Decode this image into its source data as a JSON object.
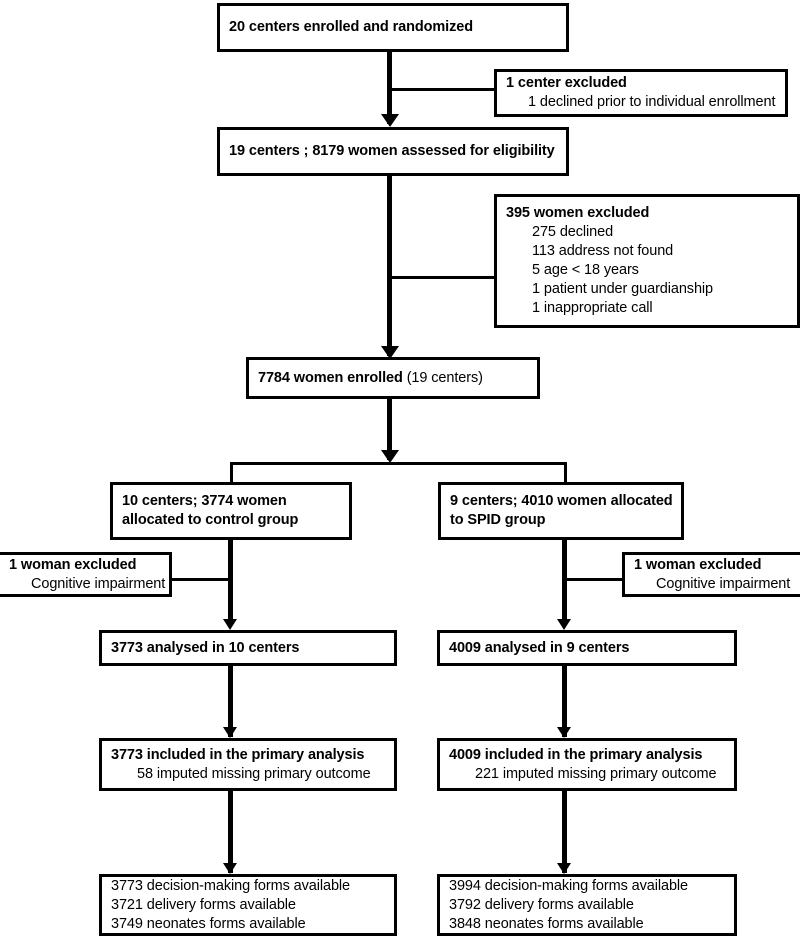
{
  "chart_data": {
    "type": "diagram",
    "title": "CONSORT participant flow diagram",
    "nodes": [
      {
        "id": "enrolled_centers",
        "lines": [
          {
            "text": "20 centers enrolled and randomized",
            "bold": true
          }
        ]
      },
      {
        "id": "center_excluded",
        "lines": [
          {
            "text": "1 center excluded",
            "bold": true
          },
          {
            "text": "1 declined prior to individual enrollment",
            "bold": false,
            "indent": true
          }
        ]
      },
      {
        "id": "assessed",
        "lines": [
          {
            "text": "19 centers ; 8179 women assessed for eligibility",
            "bold": true
          }
        ]
      },
      {
        "id": "women_excluded",
        "lines": [
          {
            "text": "395 women excluded",
            "bold": true
          },
          {
            "text": "275 declined",
            "bold": false,
            "indent": true
          },
          {
            "text": "113 address not found",
            "bold": false,
            "indent": true
          },
          {
            "text": "5 age < 18 years",
            "bold": false,
            "indent": true
          },
          {
            "text": "1 patient under guardianship",
            "bold": false,
            "indent": true
          },
          {
            "text": "1 inappropriate call",
            "bold": false,
            "indent": true
          }
        ]
      },
      {
        "id": "enrolled_women",
        "lines": [
          {
            "text": "7784 women enrolled",
            "bold": true,
            "suffix": " (19 centers)"
          }
        ]
      },
      {
        "id": "control_alloc",
        "lines": [
          {
            "text": "10 centers; 3774 women",
            "bold": true
          },
          {
            "text": "allocated to control group",
            "bold": true
          }
        ]
      },
      {
        "id": "spid_alloc",
        "lines": [
          {
            "text": "9 centers; 4010 women allocated",
            "bold": true
          },
          {
            "text": "to SPID group",
            "bold": true
          }
        ]
      },
      {
        "id": "control_excluded",
        "lines": [
          {
            "text": "1 woman excluded",
            "bold": true
          },
          {
            "text": "Cognitive impairment",
            "bold": false,
            "indent": true
          }
        ]
      },
      {
        "id": "spid_excluded",
        "lines": [
          {
            "text": "1 woman excluded",
            "bold": true
          },
          {
            "text": "Cognitive impairment",
            "bold": false,
            "indent": true
          }
        ]
      },
      {
        "id": "control_analysed",
        "lines": [
          {
            "text": "3773 analysed in 10 centers",
            "bold": true
          }
        ]
      },
      {
        "id": "spid_analysed",
        "lines": [
          {
            "text": "4009 analysed in 9 centers",
            "bold": true
          }
        ]
      },
      {
        "id": "control_primary",
        "lines": [
          {
            "text": "3773 included in the primary analysis",
            "bold": true
          },
          {
            "text": "58 imputed missing primary outcome",
            "bold": false,
            "indent": true
          }
        ]
      },
      {
        "id": "spid_primary",
        "lines": [
          {
            "text": "4009 included in the primary analysis",
            "bold": true
          },
          {
            "text": "221 imputed missing primary outcome",
            "bold": false,
            "indent": true
          }
        ]
      },
      {
        "id": "control_forms",
        "lines": [
          {
            "text": "3773 decision-making forms available",
            "bold": false
          },
          {
            "text": "3721 delivery forms available",
            "bold": false
          },
          {
            "text": "3749 neonates forms available",
            "bold": false
          }
        ]
      },
      {
        "id": "spid_forms",
        "lines": [
          {
            "text": "3994 decision-making forms available",
            "bold": false
          },
          {
            "text": "3792 delivery forms available",
            "bold": false
          },
          {
            "text": "3848 neonates forms available",
            "bold": false
          }
        ]
      }
    ]
  },
  "flow": {
    "enrolled_centers": {
      "line1": "20 centers enrolled and randomized"
    },
    "center_excluded": {
      "line1": "1 center excluded",
      "line2": "1 declined prior to individual enrollment"
    },
    "assessed": {
      "line1": "19 centers ; 8179 women assessed for eligibility"
    },
    "women_excluded": {
      "line1": "395 women excluded",
      "line2": "275 declined",
      "line3": "113 address not found",
      "line4": "5 age < 18 years",
      "line5": "1 patient under guardianship",
      "line6": "1 inappropriate call"
    },
    "enrolled_women": {
      "line1": "7784 women enrolled",
      "line1_suffix": " (19 centers)"
    },
    "control_alloc": {
      "line1": "10 centers; 3774 women",
      "line2": "allocated to control group"
    },
    "spid_alloc": {
      "line1": "9 centers; 4010 women allocated",
      "line2": "to SPID group"
    },
    "control_excluded": {
      "line1": "1 woman excluded",
      "line2": "Cognitive impairment"
    },
    "spid_excluded": {
      "line1": "1 woman excluded",
      "line2": "Cognitive impairment"
    },
    "control_analysed": {
      "line1": "3773 analysed in 10 centers"
    },
    "spid_analysed": {
      "line1": "4009 analysed in 9 centers"
    },
    "control_primary": {
      "line1": "3773 included in the primary analysis",
      "line2": "58 imputed missing primary outcome"
    },
    "spid_primary": {
      "line1": "4009 included in the primary analysis",
      "line2": "221 imputed missing primary outcome"
    },
    "control_forms": {
      "line1": "3773 decision-making forms available",
      "line2": "3721 delivery forms available",
      "line3": "3749 neonates forms available"
    },
    "spid_forms": {
      "line1": "3994 decision-making forms available",
      "line2": "3792 delivery forms available",
      "line3": "3848 neonates forms available"
    }
  },
  "colors": {
    "stroke": "#000000",
    "background": "#ffffff",
    "text": "#000000"
  }
}
